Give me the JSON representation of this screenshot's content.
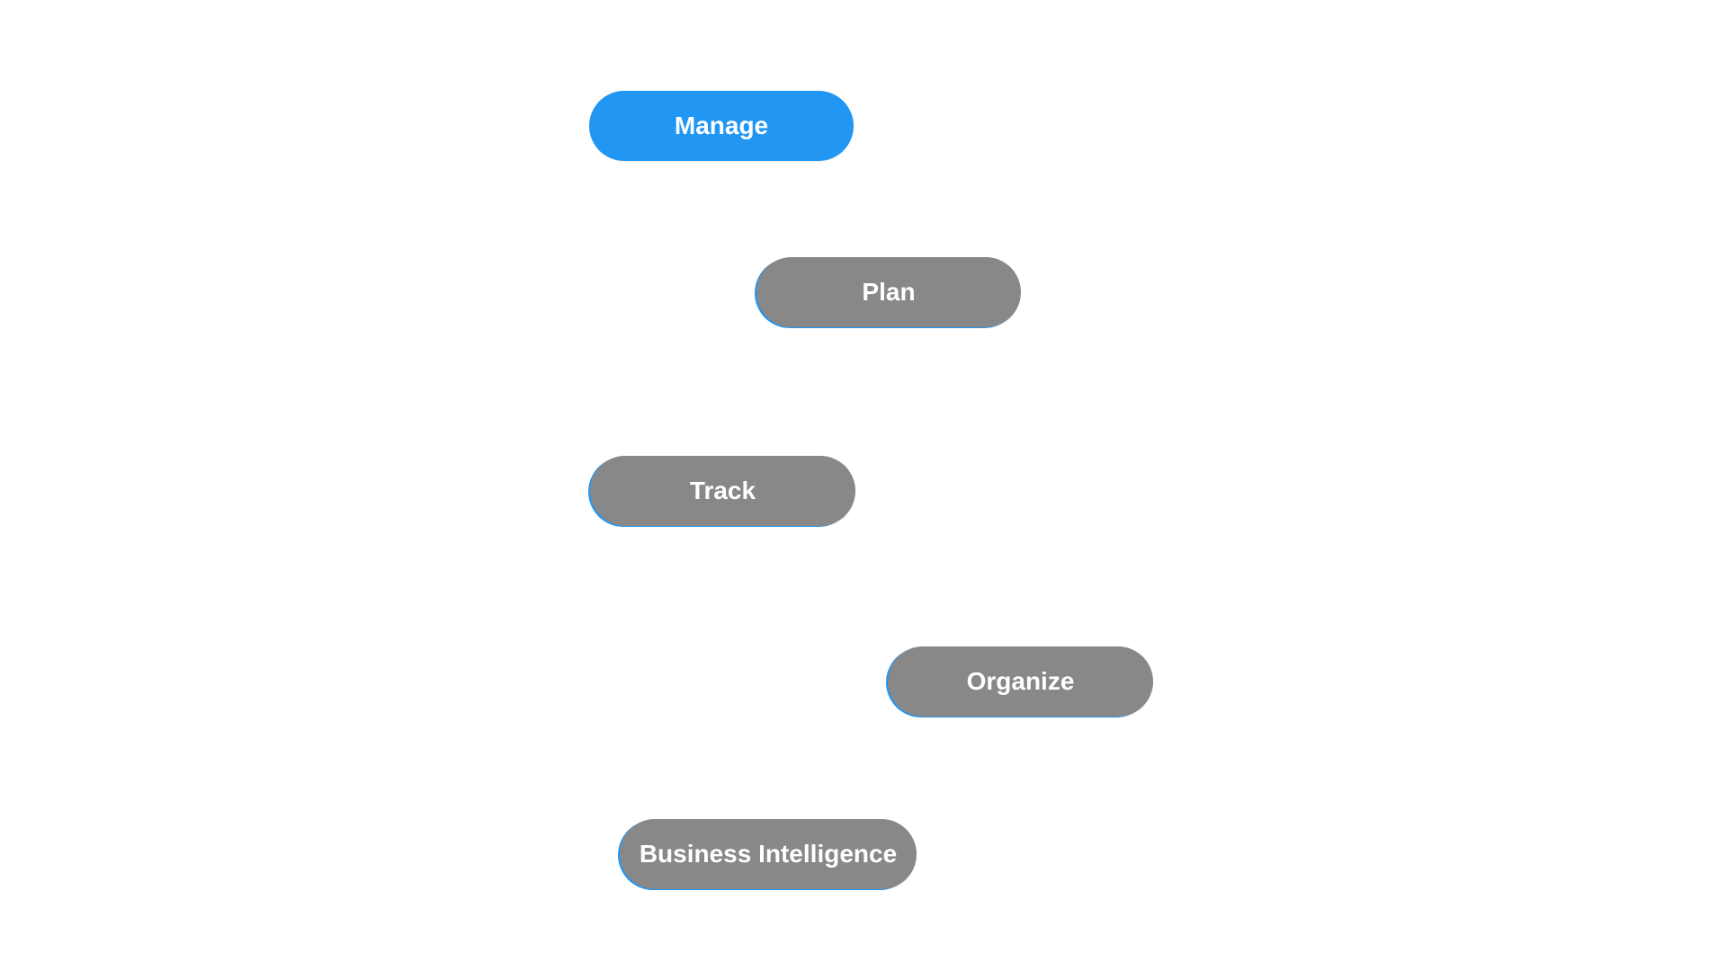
{
  "colors": {
    "active": "#2196F3",
    "inactive": "#888888",
    "text": "#ffffff",
    "background": "#ffffff"
  },
  "buttons": [
    {
      "label": "Manage",
      "state": "active"
    },
    {
      "label": "Plan",
      "state": "inactive"
    },
    {
      "label": "Track",
      "state": "inactive"
    },
    {
      "label": "Organize",
      "state": "inactive"
    },
    {
      "label": "Business Intelligence",
      "state": "inactive"
    }
  ]
}
